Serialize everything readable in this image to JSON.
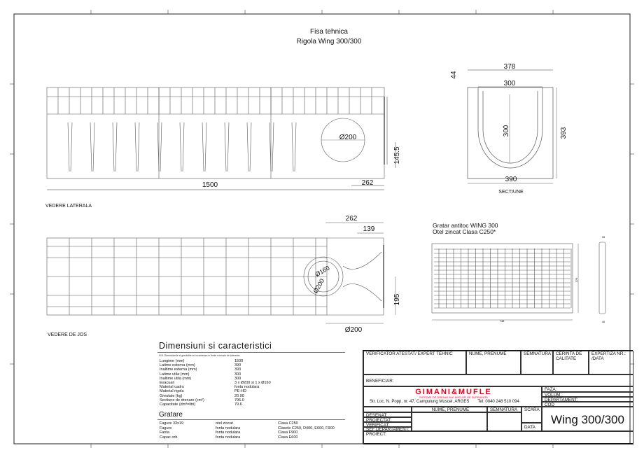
{
  "header": {
    "title": "Fisa tehnica",
    "subtitle": "Rigola Wing 300/300"
  },
  "lateral_view": {
    "label": "VEDERE LATERALA",
    "dim_length": "1500",
    "dim_outlet_offset": "262",
    "dim_outlet_height": "145.5",
    "outlet_diameter": "Ø200"
  },
  "section_view": {
    "label": "SECTIUNE",
    "dim_top_width": "378",
    "dim_flange": "44",
    "dim_inner_width": "300",
    "dim_inner_height": "300",
    "dim_outer_height": "393",
    "dim_bottom_width": "390"
  },
  "bottom_view": {
    "label": "VEDERE DE JOS",
    "dim_262": "262",
    "dim_139": "139",
    "diam_160": "Ø160",
    "diam_200_inner": "Ø200",
    "dim_195": "195",
    "diam_200": "Ø200"
  },
  "grate": {
    "title_line1": "Gratar antitoc WING 300",
    "title_line2": "Otel zincat Clasa C250*",
    "dim_length": "748",
    "dim_width": "376",
    "dim_top": "35",
    "dim_bottom": "40"
  },
  "specs": {
    "title": "Dimensiuni si caracteristici",
    "note": "N.B. Dimensiunile si greutatile se incadreaza in limite normale de toleranta.",
    "rows": [
      {
        "label": "Lungime (mm)",
        "value": "1500"
      },
      {
        "label": "Latime externa (mm)",
        "value": "390"
      },
      {
        "label": "Inaltime externa (mm)",
        "value": "393"
      },
      {
        "label": "Latime utila (mm)",
        "value": "300"
      },
      {
        "label": "Inaltime utila (mm)",
        "value": "300"
      },
      {
        "label": "Evacuari",
        "value": "3 x Ø200 si 1 x Ø160"
      },
      {
        "label": "Material cadru",
        "value": "fonta nodulara"
      },
      {
        "label": "Material rigola",
        "value": "PE-HD"
      },
      {
        "label": "Greutate (kg)",
        "value": "20.90"
      },
      {
        "label": "Sectiune de drenare (cm²)",
        "value": "796.0"
      },
      {
        "label": "Capacitate (dm³=litri)",
        "value": "79.6"
      }
    ],
    "gratare_title": "Gratare",
    "gratare": [
      {
        "type": "Fagure 33x19",
        "material": "otel zincat",
        "class": "Clasa C250"
      },
      {
        "type": "Fagure",
        "material": "fonta nodulara",
        "class": "Clasele C250, D400, E600,  F900"
      },
      {
        "type": "Fanta",
        "material": "fonta nodulara",
        "class": "Clasa F900"
      },
      {
        "type": "Capac orb",
        "material": "fonta nodulara",
        "class": "Clasa E600"
      }
    ]
  },
  "title_block": {
    "verificator": "VERIFICATOR ATESTAT/ EXPERT TEHNIC",
    "nume_prenume": "NUME, PRENUME",
    "semnatura": "SEMNATURA",
    "cerinta": "CERINTA DE CALITATE",
    "expertiza": "EXPERTIZA NR.: /DATA",
    "beneficiar": "BENEFICIAR:",
    "logo": "GIMANI&MUFLE",
    "logo_tagline": "SISTEME DE DRENAJ ALE APELOR DE SUPRAFATA",
    "address": "Str. Loc. N. Popp, nr. 47, Campulung Muscel, ARGES",
    "phone": "Tel: 0040 248 510 094",
    "faza": "FAZA:",
    "volum": "VOLUM:",
    "departament": "DEPARTAMENT:",
    "cod": "COD",
    "col_nume": "NUME, PRENUME",
    "col_semnatura": "SEMNATURA",
    "scara": "SCARA",
    "data": "DATA",
    "desenat": "DESENAT:",
    "proiectat": "PROIECTAT:",
    "verificat": "VERIFICAT:",
    "sef": "SEF DEPARTAMENT:",
    "product": "Wing 300/300",
    "proiect": "PROIECT:",
    "brand_color": "#e3001b"
  }
}
